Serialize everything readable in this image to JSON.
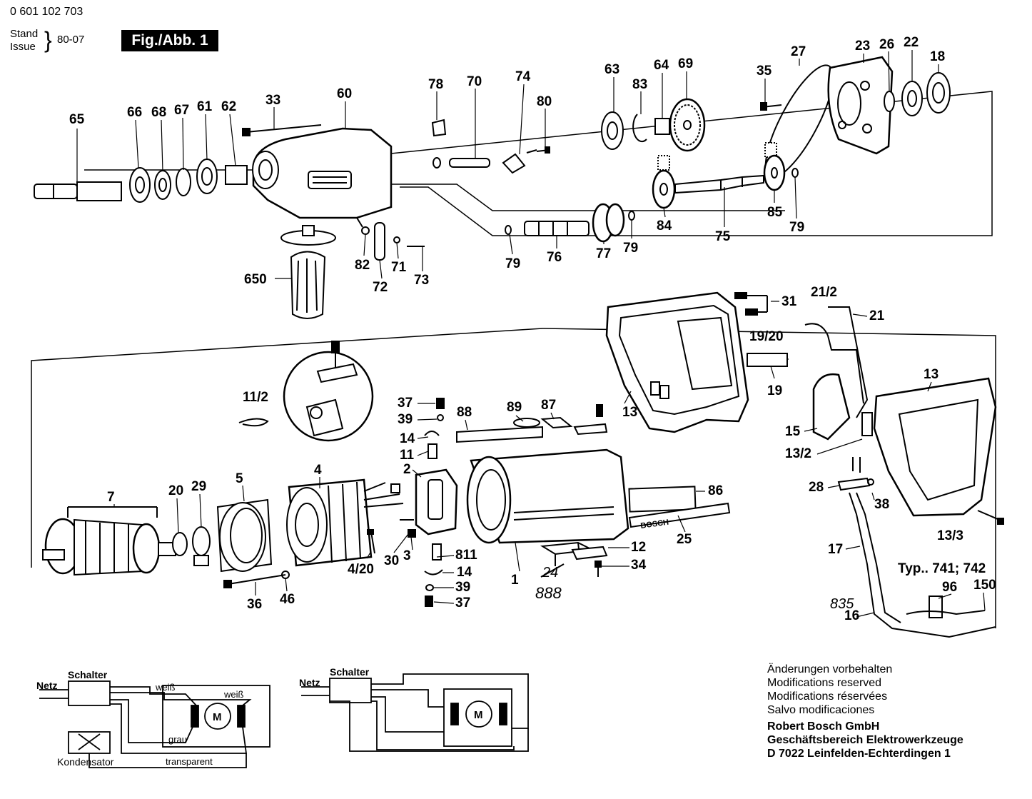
{
  "header": {
    "part_number": "0 601 102 703",
    "stand": "Stand",
    "issue": "Issue",
    "issue_code": "80-07",
    "figure": "Fig./Abb. 1"
  },
  "footer": {
    "lines": [
      "Änderungen vorbehalten",
      "Modifications reserved",
      "Modifications réservées",
      "Salvo modificaciones"
    ],
    "company": [
      "Robert Bosch GmbH",
      "Geschäftsbereich Elektrowerkzeuge",
      "D 7022 Leinfelden-Echterdingen 1"
    ]
  },
  "type_label": "Typ.. 741; 742",
  "brand_text": "BOSCH",
  "handwritten": {
    "crossed": "24",
    "note_888": "888",
    "note_835": "835"
  },
  "wiring": {
    "left": {
      "netz": "Netz",
      "schalter": "Schalter",
      "weiss_1": "weiß",
      "weiss_2": "weiß",
      "grau": "grau",
      "transparent": "transparent",
      "kondensator": "Kondensator",
      "motor": "M"
    },
    "right": {
      "netz": "Netz",
      "schalter": "Schalter",
      "motor": "M"
    }
  },
  "parts": {
    "p65": "65",
    "p66": "66",
    "p68": "68",
    "p67": "67",
    "p61": "61",
    "p62": "62",
    "p33": "33",
    "p60": "60",
    "p78": "78",
    "p70": "70",
    "p74": "74",
    "p80": "80",
    "p63": "63",
    "p83": "83",
    "p64": "64",
    "p69": "69",
    "p35": "35",
    "p27": "27",
    "p23": "23",
    "p26": "26",
    "p22": "22",
    "p18": "18",
    "p84": "84",
    "p75": "75",
    "p85": "85",
    "p79a": "79",
    "p79b": "79",
    "p79c": "79",
    "p76": "76",
    "p77": "77",
    "p82": "82",
    "p71": "71",
    "p72": "72",
    "p73": "73",
    "p650": "650",
    "p31": "31",
    "p21_2": "21/2",
    "p21": "21",
    "p19_20": "19/20",
    "p19": "19",
    "p13a": "13",
    "p13b": "13",
    "p15": "15",
    "p13_2": "13/2",
    "p13_3": "13/3",
    "p28": "28",
    "p38": "38",
    "p17": "17",
    "p16": "16",
    "p96": "96",
    "p150": "150",
    "p11_2": "11/2",
    "p37a": "37",
    "p39a": "39",
    "p14a": "14",
    "p11": "11",
    "p2": "2",
    "p88": "88",
    "p89": "89",
    "p87": "87",
    "p86": "86",
    "p25": "25",
    "p7": "7",
    "p20": "20",
    "p29": "29",
    "p5": "5",
    "p4": "4",
    "p4_20": "4/20",
    "p30": "30",
    "p3": "3",
    "p811": "811",
    "p14b": "14",
    "p39b": "39",
    "p37b": "37",
    "p36": "36",
    "p46": "46",
    "p1": "1",
    "p12": "12",
    "p34": "34"
  }
}
